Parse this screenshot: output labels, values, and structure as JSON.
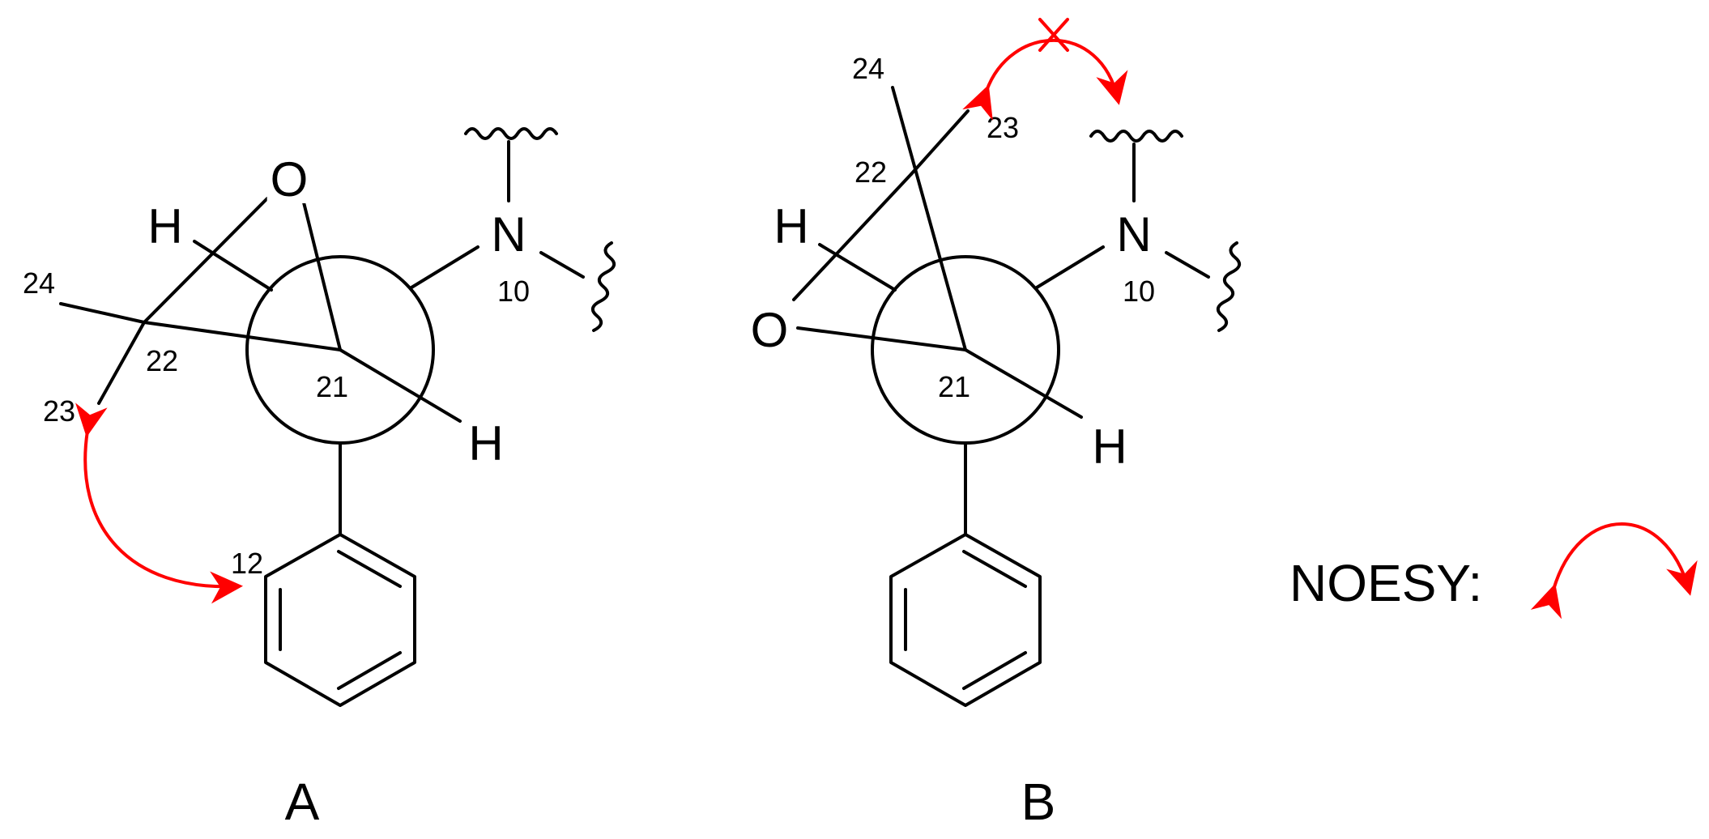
{
  "structure_a": {
    "atoms": {
      "oxygen": "O",
      "hydrogen_top": "H",
      "hydrogen_bottom": "H",
      "nitrogen": "N"
    },
    "numbers": {
      "c24": "24",
      "c22": "22",
      "c23": "23",
      "c21": "21",
      "n10": "10",
      "c12": "12"
    },
    "caption": "A"
  },
  "structure_b": {
    "atoms": {
      "oxygen": "O",
      "hydrogen_top": "H",
      "hydrogen_bottom": "H",
      "nitrogen": "N"
    },
    "numbers": {
      "c24": "24",
      "c23": "23",
      "c22": "22",
      "c21": "21",
      "n10": "10"
    },
    "caption": "B"
  },
  "legend": {
    "label": "NOESY:"
  },
  "colors": {
    "bonds": "#000000",
    "noesy_arrow": "#ff0000"
  }
}
